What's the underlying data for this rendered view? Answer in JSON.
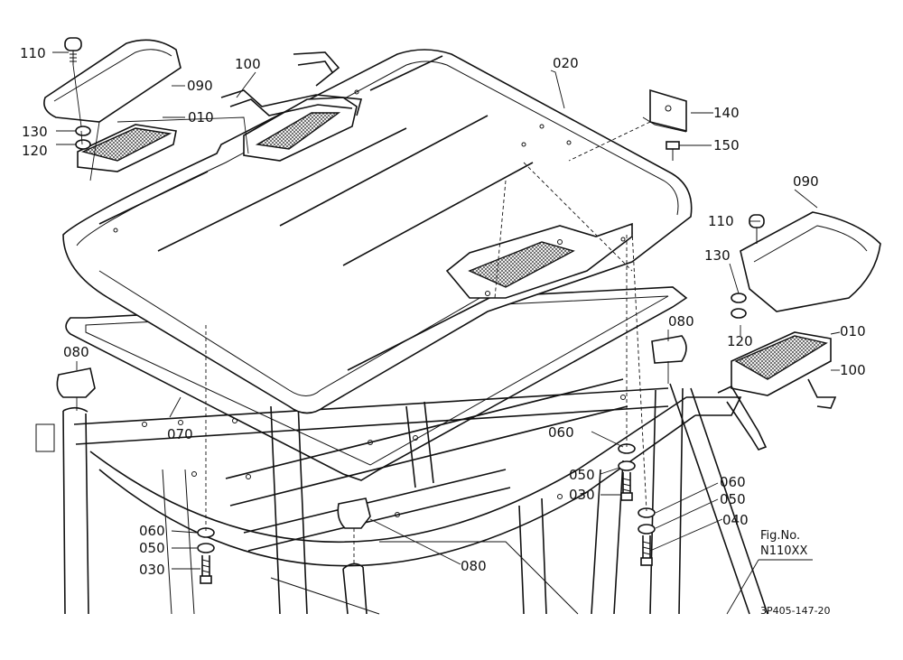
{
  "figure": {
    "fig_no_label": "Fig.No.",
    "fig_no_value": "N110XX",
    "drawing_code": "3P405-147-20"
  },
  "callouts": {
    "c110_left": "110",
    "c100_top": "100",
    "c020": "020",
    "c090_left": "090",
    "c130_left": "130",
    "c010_left": "010",
    "c120_left": "120",
    "c140": "140",
    "c150": "150",
    "c090_right": "090",
    "c110_right": "110",
    "c130_right": "130",
    "c080_right": "080",
    "c120_right": "120",
    "c010_right": "010",
    "c080_left": "080",
    "c100_right": "100",
    "c070": "070",
    "c060_mid": "060",
    "c050_mid": "050",
    "c030_mid": "030",
    "c060_right": "060",
    "c050_right": "050",
    "c040": "040",
    "c060_left": "060",
    "c050_left": "050",
    "c030_left": "030",
    "c080_bottom": "080"
  }
}
